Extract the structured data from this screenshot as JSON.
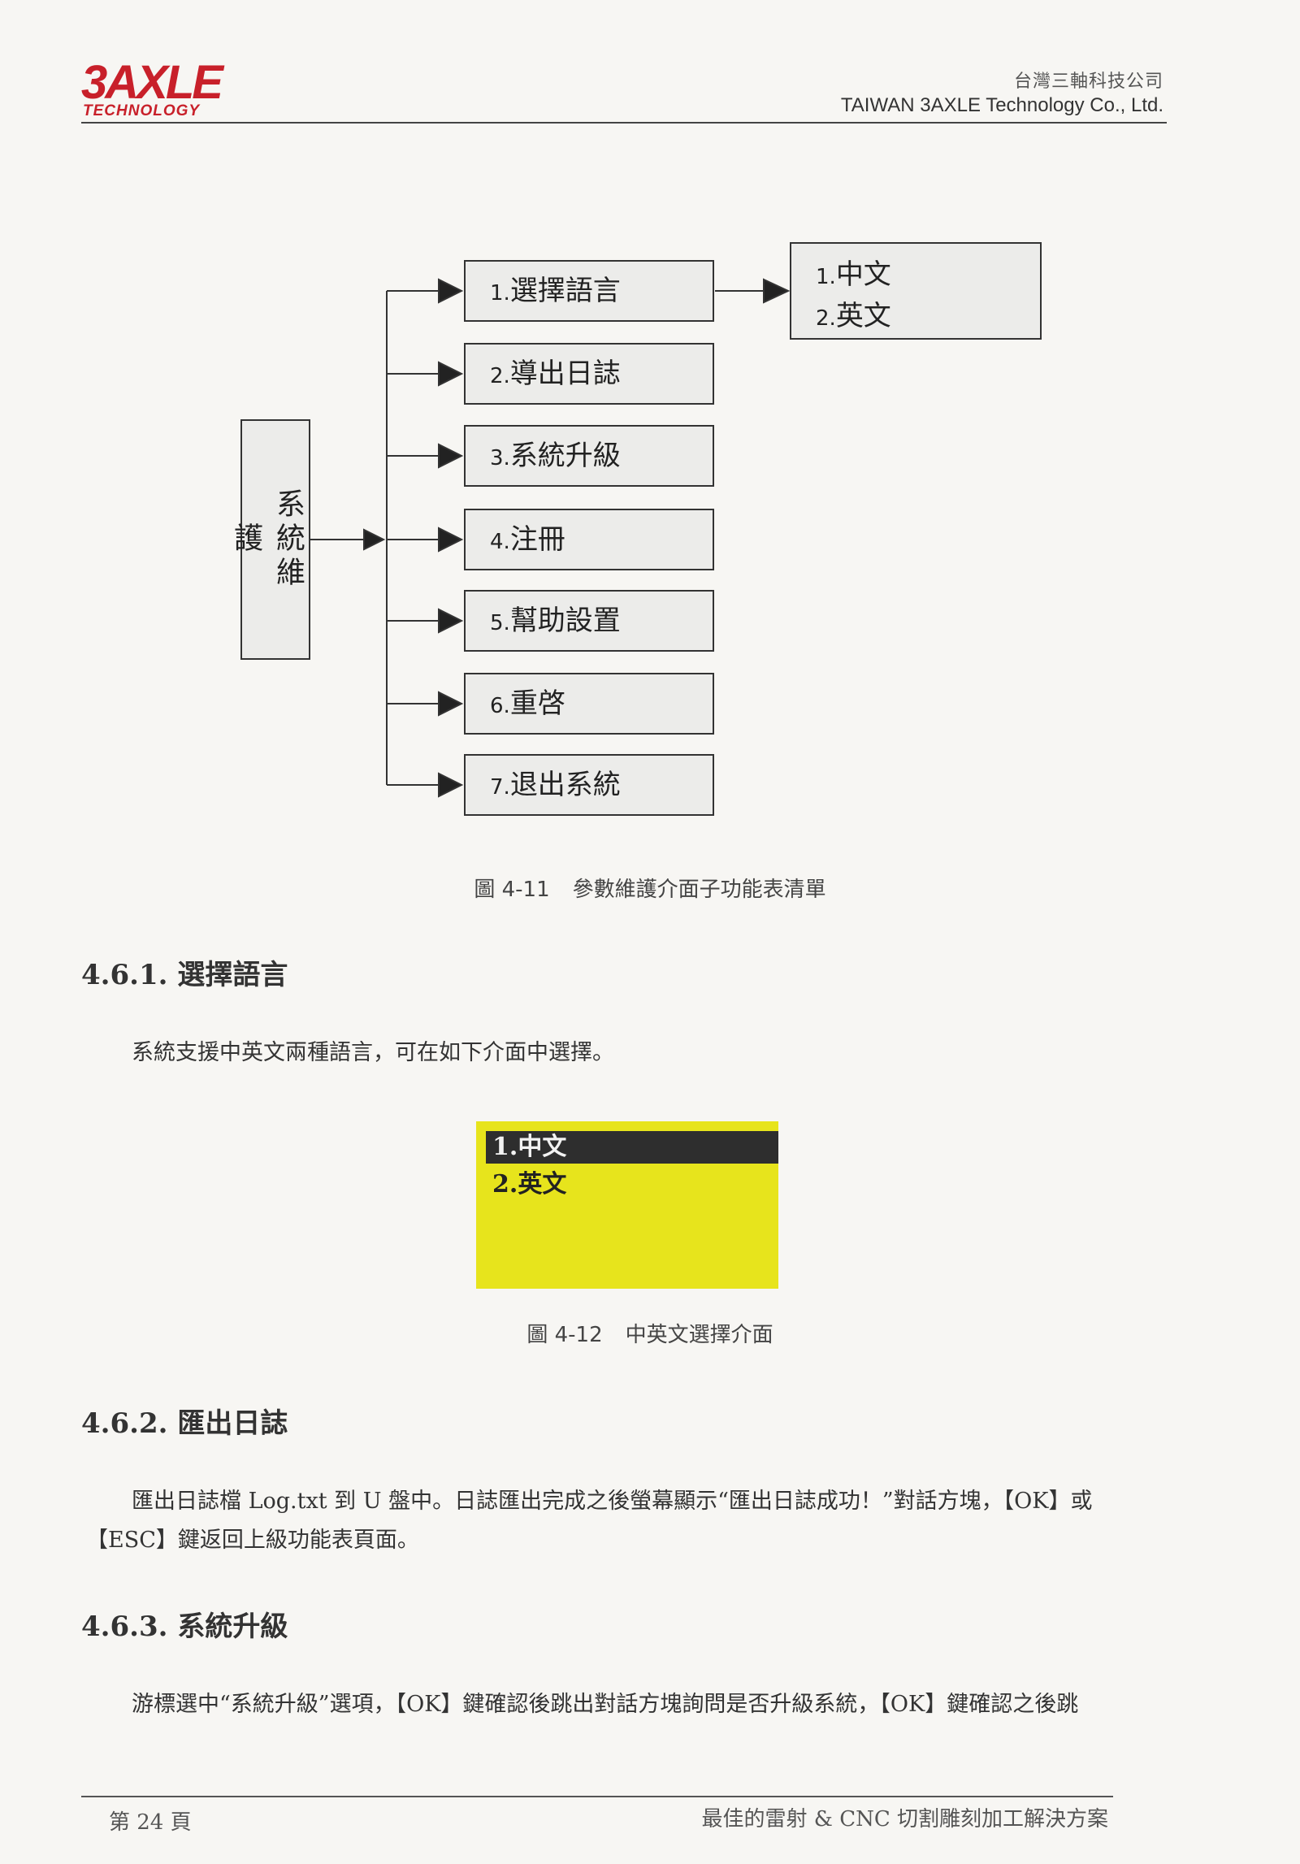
{
  "header": {
    "logo_mark": "3AXLE",
    "logo_sub": "TECHNOLOGY",
    "company_zh": "台灣三軸科技公司",
    "company_en": "TAIWAN 3AXLE Technology Co., Ltd."
  },
  "diagram": {
    "root": "系統維護",
    "menu": [
      {
        "num": "1.",
        "label": "選擇語言"
      },
      {
        "num": "2.",
        "label": "導出日誌"
      },
      {
        "num": "3.",
        "label": "系統升級"
      },
      {
        "num": "4.",
        "label": "注冊"
      },
      {
        "num": "5.",
        "label": "幫助設置"
      },
      {
        "num": "6.",
        "label": "重啓"
      },
      {
        "num": "7.",
        "label": "退出系統"
      }
    ],
    "languages": [
      {
        "num": "1.",
        "label": "中文"
      },
      {
        "num": "2.",
        "label": "英文"
      }
    ],
    "caption_label": "圖 4-11",
    "caption_text": "參數維護介面子功能表清單"
  },
  "sections": [
    {
      "heading": "4.6.1. 選擇語言",
      "body": "系統支援中英文兩種語言，可在如下介面中選擇。"
    },
    {
      "heading": "4.6.2. 匯出日誌",
      "body_line1": "匯出日誌檔 Log.txt 到 U 盤中。日誌匯出完成之後螢幕顯示“匯出日誌成功！”對話方塊，【OK】或",
      "body_line2": "【ESC】鍵返回上級功能表頁面。"
    },
    {
      "heading": "4.6.3. 系統升級",
      "body": "游標選中“系統升級”選項，【OK】鍵確認後跳出對話方塊詢問是否升級系統，【OK】鍵確認之後跳"
    }
  ],
  "lcd": {
    "items": [
      "1.中文",
      "2.英文"
    ],
    "selected_index": 0,
    "caption_label": "圖 4-12",
    "caption_text": "中英文選擇介面"
  },
  "footer": {
    "page": "第 24 頁",
    "tagline": "最佳的雷射 & CNC 切割雕刻加工解決方案"
  },
  "colors": {
    "brand_red": "#c8202a",
    "lcd_yellow": "#e7e41c",
    "lcd_highlight": "#2e2e2e"
  }
}
